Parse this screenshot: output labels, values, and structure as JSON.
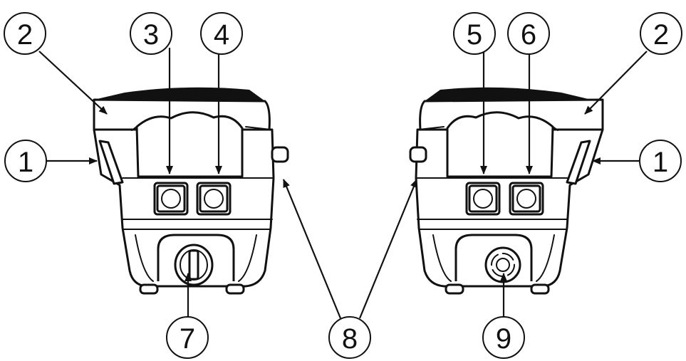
{
  "callouts": {
    "c1_left": "1",
    "c2_left": "2",
    "c3": "3",
    "c4": "4",
    "c5": "5",
    "c6": "6",
    "c2_right": "2",
    "c1_right": "1",
    "c7": "7",
    "c8": "8",
    "c9": "9"
  },
  "colors": {
    "line": "#111111",
    "background": "#ffffff"
  }
}
